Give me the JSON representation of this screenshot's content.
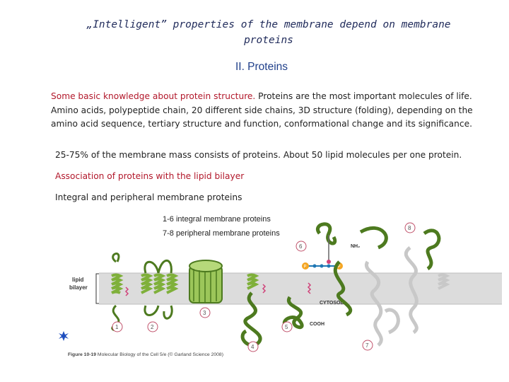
{
  "title": "„Intelligent” properties of the membrane depend on membrane proteins",
  "subtitle": "II. Proteins",
  "intro": {
    "highlight": "Some basic knowledge about protein structure.",
    "rest": " Proteins are the most important molecules of life. Amino acids, polypeptide chain, 20 different side chains, 3D structure (folding), depending on the amino acid sequence, tertiary structure and function, conformational change and its significance."
  },
  "mass_text": "25-75% of the membrane mass consists of proteins. About 50 lipid molecules per one protein.",
  "association_text": "Association of proteins with the lipid bilayer",
  "types_text": "Integral and peripheral membrane proteins",
  "legend": {
    "integral": "1-6 integral membrane proteins",
    "peripheral": "7-8 peripheral membrane proteins"
  },
  "figure": {
    "lipid_label_1": "lipid",
    "lipid_label_2": "bilayer",
    "cytosol": "CYTOSOL",
    "nh2": "NH₂",
    "cooh": "COOH",
    "p": "P",
    "numbers": [
      "1",
      "2",
      "3",
      "4",
      "5",
      "6",
      "7",
      "8"
    ],
    "caption_bold": "Figure 10-19",
    "caption_rest": " Molecular Biology of the Cell 5/e (© Garland Science 2008)"
  },
  "colors": {
    "protein": "#7fb03a",
    "protein_dark": "#4d7a1f",
    "peripheral": "#c8c8c8",
    "membrane": "#d9d9d9",
    "number_ring": "#c0506a",
    "lipid_anchor": "#d0437a",
    "cytosol": "#1f77b4"
  }
}
